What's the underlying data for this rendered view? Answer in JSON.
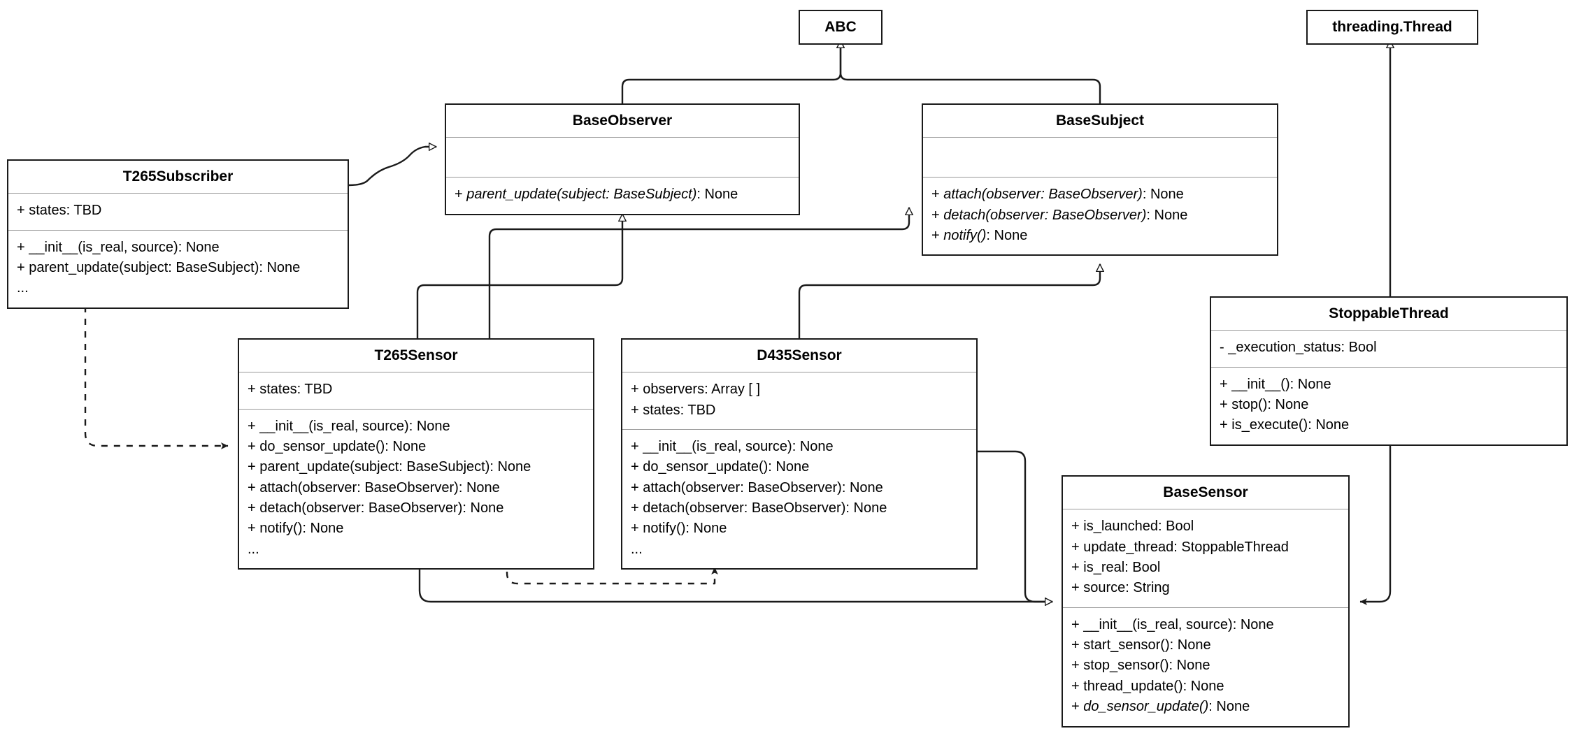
{
  "diagram": {
    "title": "Sensor observer UML class diagram",
    "type": "uml-class-diagram",
    "stroke_color": "#1a1a1a",
    "separator_color": "#9a9a9a",
    "background_color": "#ffffff",
    "text_color": "#000000"
  },
  "classes": {
    "abc": {
      "name": "ABC",
      "attributes": [],
      "methods": []
    },
    "threading_thread": {
      "name": "threading.Thread",
      "attributes": [],
      "methods": []
    },
    "base_observer": {
      "name": "BaseObserver",
      "attributes": [],
      "methods": [
        {
          "visibility": "+",
          "signature": "parent_update(subject: BaseSubject)",
          "returns": "None",
          "abstract": true
        }
      ]
    },
    "base_subject": {
      "name": "BaseSubject",
      "attributes": [],
      "methods": [
        {
          "visibility": "+",
          "signature": "attach(observer: BaseObserver)",
          "returns": "None",
          "abstract": true
        },
        {
          "visibility": "+",
          "signature": "detach(observer: BaseObserver)",
          "returns": "None",
          "abstract": true
        },
        {
          "visibility": "+",
          "signature": "notify()",
          "returns": "None",
          "abstract": true
        }
      ]
    },
    "t265_subscriber": {
      "name": "T265Subscriber",
      "attributes": [
        {
          "visibility": "+",
          "signature": "states: TBD",
          "returns": "",
          "abstract": false
        }
      ],
      "methods": [
        {
          "visibility": "+",
          "signature": "__init__(is_real, source)",
          "returns": "None",
          "abstract": false
        },
        {
          "visibility": "+",
          "signature": "parent_update(subject: BaseSubject)",
          "returns": "None",
          "abstract": false
        },
        {
          "visibility": "",
          "signature": "...",
          "returns": "",
          "abstract": false
        }
      ]
    },
    "t265_sensor": {
      "name": "T265Sensor",
      "attributes": [
        {
          "visibility": "+",
          "signature": "states: TBD",
          "returns": "",
          "abstract": false
        }
      ],
      "methods": [
        {
          "visibility": "+",
          "signature": "__init__(is_real, source)",
          "returns": "None",
          "abstract": false
        },
        {
          "visibility": "+",
          "signature": "do_sensor_update()",
          "returns": "None",
          "abstract": false
        },
        {
          "visibility": "+",
          "signature": "parent_update(subject: BaseSubject)",
          "returns": "None",
          "abstract": false
        },
        {
          "visibility": "+",
          "signature": "attach(observer: BaseObserver)",
          "returns": "None",
          "abstract": false
        },
        {
          "visibility": "+",
          "signature": "detach(observer: BaseObserver)",
          "returns": "None",
          "abstract": false
        },
        {
          "visibility": "+",
          "signature": "notify()",
          "returns": "None",
          "abstract": false
        },
        {
          "visibility": "",
          "signature": "...",
          "returns": "",
          "abstract": false
        }
      ]
    },
    "d435_sensor": {
      "name": "D435Sensor",
      "attributes": [
        {
          "visibility": "+",
          "signature": "observers: Array [ ]",
          "returns": "",
          "abstract": false
        },
        {
          "visibility": "+",
          "signature": "states: TBD",
          "returns": "",
          "abstract": false
        }
      ],
      "methods": [
        {
          "visibility": "+",
          "signature": "__init__(is_real, source)",
          "returns": "None",
          "abstract": false
        },
        {
          "visibility": "+",
          "signature": "do_sensor_update()",
          "returns": "None",
          "abstract": false
        },
        {
          "visibility": "+",
          "signature": "attach(observer: BaseObserver)",
          "returns": "None",
          "abstract": false
        },
        {
          "visibility": "+",
          "signature": "detach(observer: BaseObserver)",
          "returns": "None",
          "abstract": false
        },
        {
          "visibility": "+",
          "signature": "notify()",
          "returns": "None",
          "abstract": false
        },
        {
          "visibility": "",
          "signature": "...",
          "returns": "",
          "abstract": false
        }
      ]
    },
    "stoppable_thread": {
      "name": "StoppableThread",
      "attributes": [
        {
          "visibility": "-",
          "signature": "_execution_status: Bool",
          "returns": "",
          "abstract": false
        }
      ],
      "methods": [
        {
          "visibility": "+",
          "signature": "__init__()",
          "returns": "None",
          "abstract": false
        },
        {
          "visibility": "+",
          "signature": "stop()",
          "returns": "None",
          "abstract": false
        },
        {
          "visibility": "+",
          "signature": "is_execute()",
          "returns": "None",
          "abstract": false
        }
      ]
    },
    "base_sensor": {
      "name": "BaseSensor",
      "attributes": [
        {
          "visibility": "+",
          "signature": "is_launched: Bool",
          "returns": "",
          "abstract": false
        },
        {
          "visibility": "+",
          "signature": "update_thread: StoppableThread",
          "returns": "",
          "abstract": false
        },
        {
          "visibility": "+",
          "signature": "is_real: Bool",
          "returns": "",
          "abstract": false
        },
        {
          "visibility": "+",
          "signature": "source: String",
          "returns": "",
          "abstract": false
        }
      ],
      "methods": [
        {
          "visibility": "+",
          "signature": "__init__(is_real, source)",
          "returns": "None",
          "abstract": false
        },
        {
          "visibility": "+",
          "signature": "start_sensor()",
          "returns": "None",
          "abstract": false
        },
        {
          "visibility": "+",
          "signature": "stop_sensor()",
          "returns": "None",
          "abstract": false
        },
        {
          "visibility": "+",
          "signature": "thread_update()",
          "returns": "None",
          "abstract": false
        },
        {
          "visibility": "+",
          "signature": "do_sensor_update()",
          "returns": "None",
          "abstract": true
        }
      ]
    }
  },
  "relationships": [
    {
      "from": "BaseObserver",
      "to": "ABC",
      "kind": "generalization",
      "arrow": "hollow-triangle",
      "line": "solid"
    },
    {
      "from": "BaseSubject",
      "to": "ABC",
      "kind": "generalization",
      "arrow": "hollow-triangle",
      "line": "solid"
    },
    {
      "from": "T265Subscriber",
      "to": "BaseObserver",
      "kind": "generalization",
      "arrow": "hollow-triangle",
      "line": "solid"
    },
    {
      "from": "T265Sensor",
      "to": "BaseObserver",
      "kind": "generalization",
      "arrow": "hollow-triangle",
      "line": "solid"
    },
    {
      "from": "T265Sensor",
      "to": "BaseSubject",
      "kind": "generalization",
      "arrow": "hollow-triangle",
      "line": "solid"
    },
    {
      "from": "D435Sensor",
      "to": "BaseSubject",
      "kind": "generalization",
      "arrow": "hollow-triangle",
      "line": "solid"
    },
    {
      "from": "T265Sensor",
      "to": "BaseSensor",
      "kind": "generalization",
      "arrow": "hollow-triangle",
      "line": "solid"
    },
    {
      "from": "D435Sensor",
      "to": "BaseSensor",
      "kind": "generalization",
      "arrow": "hollow-triangle",
      "line": "solid"
    },
    {
      "from": "StoppableThread",
      "to": "threading.Thread",
      "kind": "generalization",
      "arrow": "hollow-triangle",
      "line": "solid"
    },
    {
      "from": "StoppableThread",
      "to": "BaseSensor",
      "kind": "association",
      "arrow": "filled-arrow",
      "line": "solid"
    },
    {
      "from": "T265Subscriber",
      "to": "T265Sensor",
      "kind": "dependency",
      "arrow": "filled-arrow",
      "line": "dashed"
    },
    {
      "from": "T265Sensor",
      "to": "D435Sensor",
      "kind": "dependency",
      "arrow": "filled-arrow",
      "line": "dashed"
    }
  ]
}
